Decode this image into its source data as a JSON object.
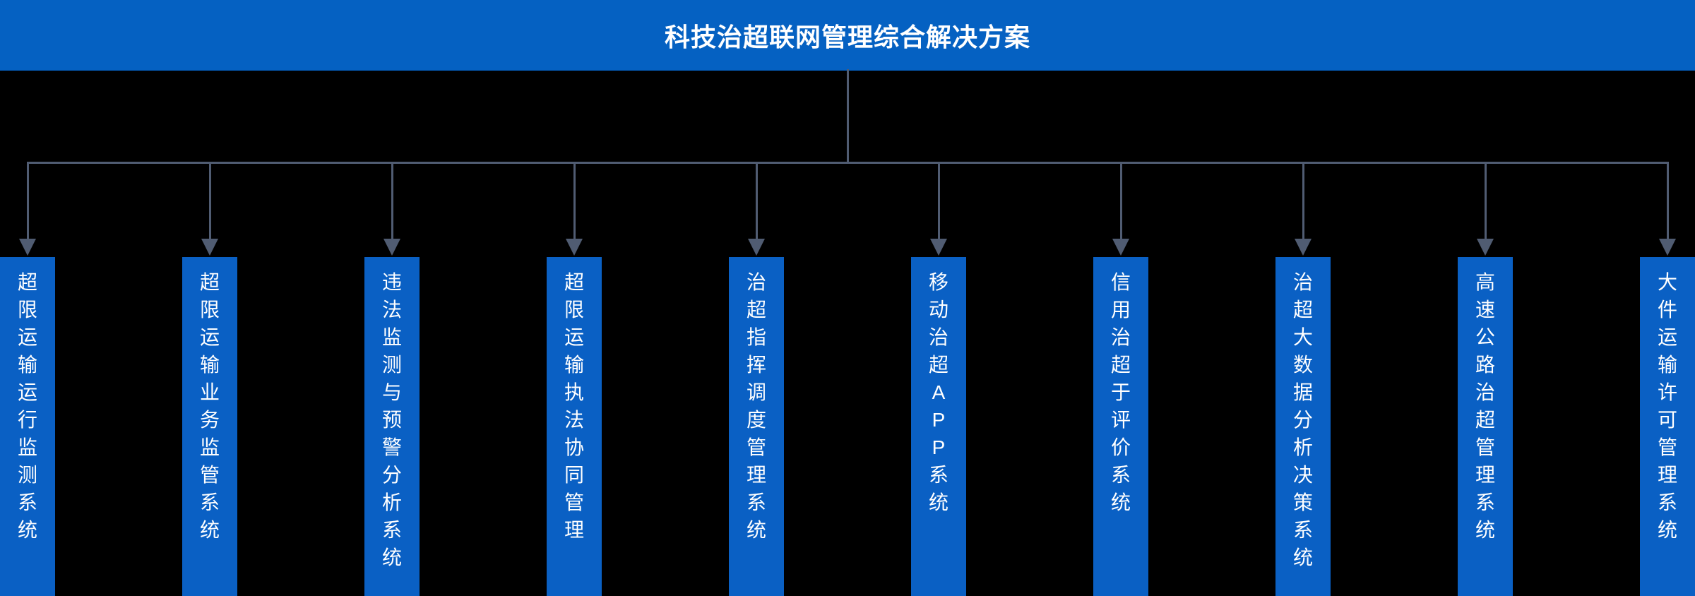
{
  "header": {
    "title": "科技治超联网管理综合解决方案"
  },
  "colors": {
    "background": "#000000",
    "header_bg": "#0561C2",
    "node_bg": "#0A60C4",
    "connector": "#505C72",
    "text": "#FFFFFF"
  },
  "tree": {
    "branches": [
      {
        "label": "超限运输运行监测系统"
      },
      {
        "label": "超限运输业务监管系统"
      },
      {
        "label": "违法监测与预警分析系统"
      },
      {
        "label": "超限运输执法协同管理"
      },
      {
        "label": "治超指挥调度管理系统"
      },
      {
        "label": "移动治超APP系统"
      },
      {
        "label": "信用治超于评价系统"
      },
      {
        "label": "治超大数据分析决策系统"
      },
      {
        "label": "高速公路治超管理系统"
      },
      {
        "label": "大件运输许可管理系统"
      }
    ]
  }
}
